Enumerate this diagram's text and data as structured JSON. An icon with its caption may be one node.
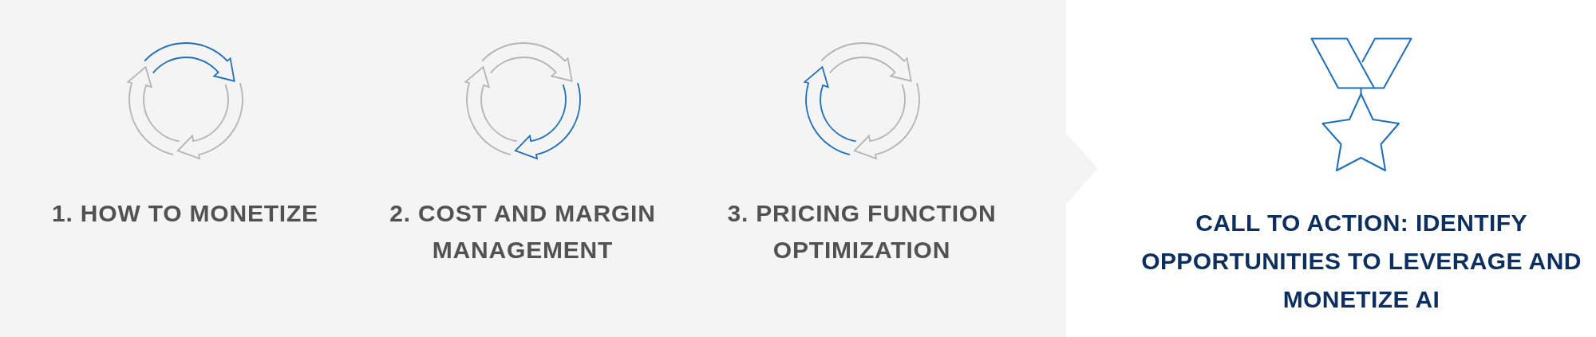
{
  "diagram": {
    "nodes": [
      {
        "text": [],
        "shape": "band"
      },
      {
        "text": [
          "1. HOW TO MONETIZE"
        ],
        "in": 0
      },
      {
        "text": [
          "2. COST AND MARGIN MANAGEMENT"
        ],
        "in": 0
      },
      {
        "text": [
          "3. PRICING FUNCTION OPTIMIZATION"
        ],
        "in": 0
      },
      {
        "text": [
          "CALL TO ACTION: IDENTIFY OPPORTUNITIES TO LEVERAGE AND MONETIZE AI"
        ]
      }
    ],
    "edges": [
      {
        "from": 0,
        "to": 4,
        "arrow": "to"
      }
    ]
  }
}
